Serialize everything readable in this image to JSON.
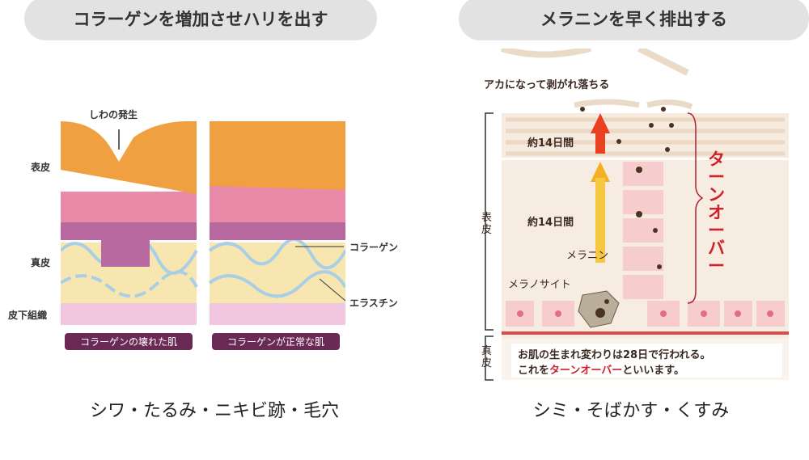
{
  "left": {
    "title": "コラーゲンを増加させハリを出す",
    "wrinkle_label": "しわの発生",
    "layers": {
      "epidermis": "表皮",
      "dermis": "真皮",
      "subcutaneous": "皮下組織"
    },
    "collagen_label": "コラーゲン",
    "elastin_label": "エラスチン",
    "caption_broken": "コラーゲンの壊れた肌",
    "caption_normal": "コラーゲンが正常な肌",
    "footer": "シワ・たるみ・ニキビ跡・毛穴"
  },
  "right": {
    "title": "メラニンを早く排出する",
    "shedding_label": "アカになって剥がれ落ちる",
    "period_upper": "約14日間",
    "period_lower": "約14日間",
    "turnover_label": "ターンオーバー",
    "melanin_label": "メラニン",
    "melanocyte_label": "メラノサイト",
    "layers": {
      "epidermis": "表皮",
      "dermis": "真皮"
    },
    "note_line1": "お肌の生まれ変わりは28日で行われる。",
    "note_line2_pre": "これを",
    "note_line2_em": "ターンオーバー",
    "note_line2_post": "といいます。",
    "footer": "シミ・そばかす・くすみ"
  },
  "colors": {
    "pill": "#e2e2e2",
    "caption": "#6b2a55",
    "turnover": "#d0202a"
  }
}
